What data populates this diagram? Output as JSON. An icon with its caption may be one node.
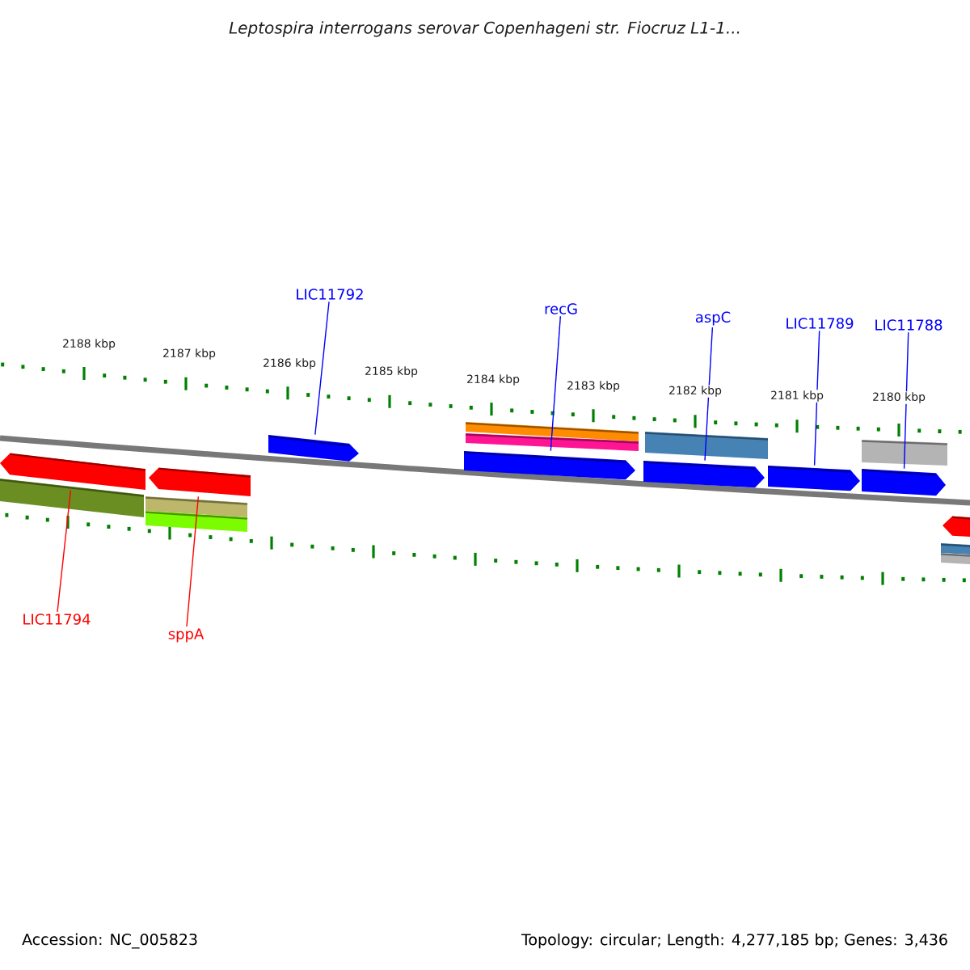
{
  "diagram": {
    "title": "Leptospira interrogans serovar Copenhageni str. Fiocruz L1-1...",
    "nodes": [
      {
        "text": [
          "LIC11792"
        ]
      },
      {
        "text": [
          "recG"
        ]
      },
      {
        "text": [
          "aspC"
        ]
      },
      {
        "text": [
          "LIC11789"
        ]
      },
      {
        "text": [
          "LIC11788"
        ]
      },
      {
        "text": [
          "LIC11794"
        ]
      },
      {
        "text": [
          "sppA"
        ]
      },
      {
        "text": [],
        "shape": "pentagon"
      },
      {
        "text": [],
        "shape": "bar"
      },
      {
        "text": [],
        "shape": "bar"
      },
      {
        "text": [],
        "shape": "pentagon"
      },
      {
        "text": [],
        "shape": "bar"
      },
      {
        "text": [],
        "shape": "pentagon"
      },
      {
        "text": [],
        "shape": "pentagon"
      },
      {
        "text": [],
        "shape": "bar"
      },
      {
        "text": [],
        "shape": "pentagon"
      },
      {
        "text": [],
        "shape": "pentagon"
      },
      {
        "text": [],
        "shape": "pentagon"
      },
      {
        "text": [],
        "shape": "bar"
      },
      {
        "text": [],
        "shape": "bar"
      },
      {
        "text": [],
        "shape": "bar"
      },
      {
        "text": [],
        "shape": "pentagon"
      },
      {
        "text": [],
        "shape": "bar"
      },
      {
        "text": [],
        "shape": "bar"
      }
    ],
    "edges": [
      {
        "from": 0,
        "to": 7,
        "arrow": "none"
      },
      {
        "from": 1,
        "to": 10,
        "arrow": "none"
      },
      {
        "from": 2,
        "to": 12,
        "arrow": "none"
      },
      {
        "from": 3,
        "to": 13,
        "arrow": "none"
      },
      {
        "from": 4,
        "to": 15,
        "arrow": "none"
      },
      {
        "from": 5,
        "to": 16,
        "arrow": "none",
        "color": "#ff0000"
      },
      {
        "from": 6,
        "to": 17,
        "arrow": "none",
        "color": "#ff0000"
      }
    ],
    "labels": [
      "2188 kbp",
      "2187 kbp",
      "2186 kbp",
      "2185 kbp",
      "2184 kbp",
      "2183 kbp",
      "2182 kbp",
      "2181 kbp",
      "2180 kbp",
      "Accession: NC_005823",
      "Topology: circular; Length: 4,277,185 bp; Genes: 3,436"
    ]
  }
}
